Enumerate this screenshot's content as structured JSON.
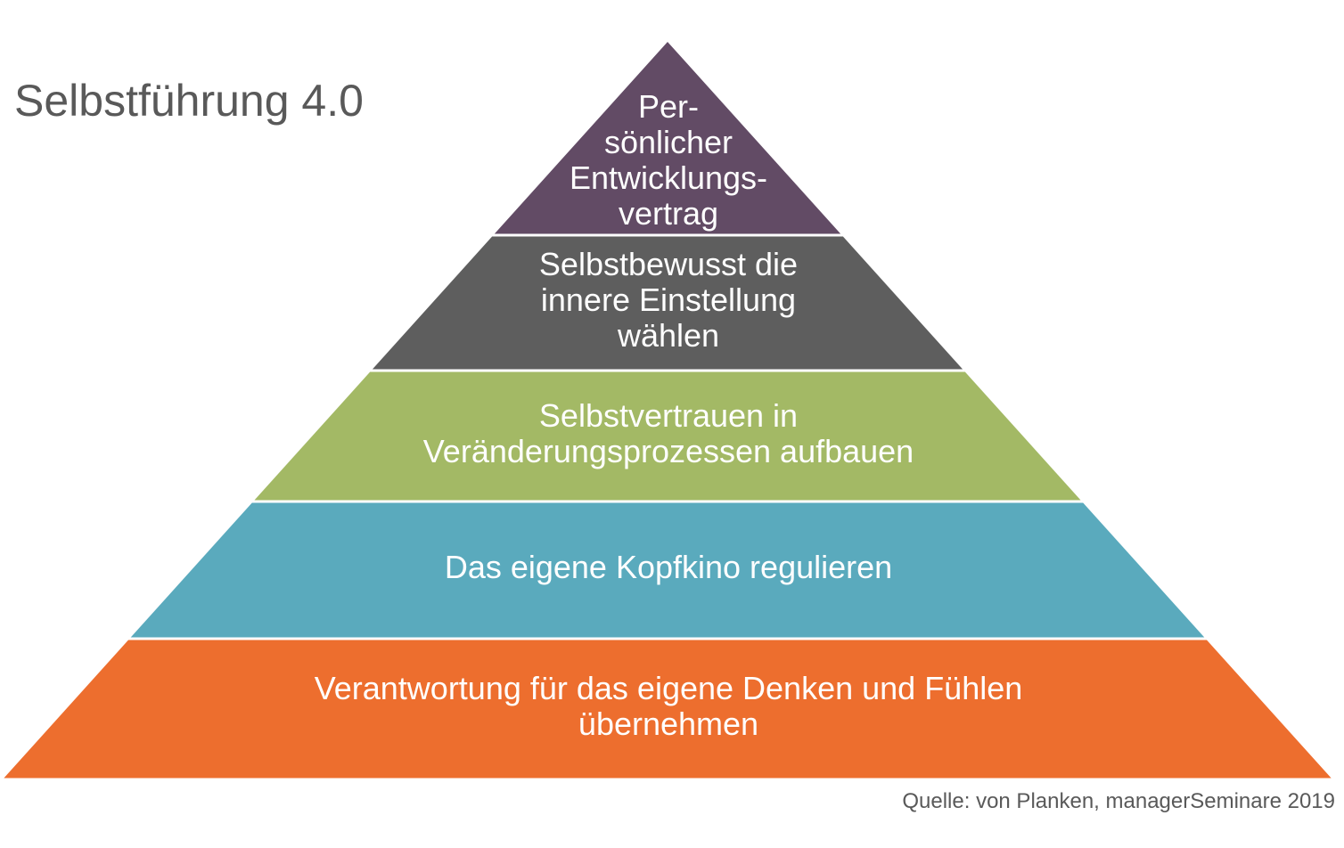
{
  "title": "Selbstführung 4.0",
  "source": "Quelle: von Planken, managerSeminare 2019",
  "layers": [
    {
      "lines": [
        "Per-",
        "sönlicher",
        "Entwicklungs-",
        "vertrag"
      ],
      "color": "#624b65"
    },
    {
      "lines": [
        "Selbstbewusst die",
        "innere Einstellung",
        "wählen"
      ],
      "color": "#5e5e5e"
    },
    {
      "lines": [
        "Selbstvertrauen in",
        "Veränderungsprozessen aufbauen"
      ],
      "color": "#a3b965"
    },
    {
      "lines": [
        "Das eigene Kopfkino regulieren"
      ],
      "color": "#5aaabd"
    },
    {
      "lines": [
        "Verantwortung für das eigene Denken und Fühlen",
        "übernehmen"
      ],
      "color": "#ed6e2e"
    }
  ]
}
